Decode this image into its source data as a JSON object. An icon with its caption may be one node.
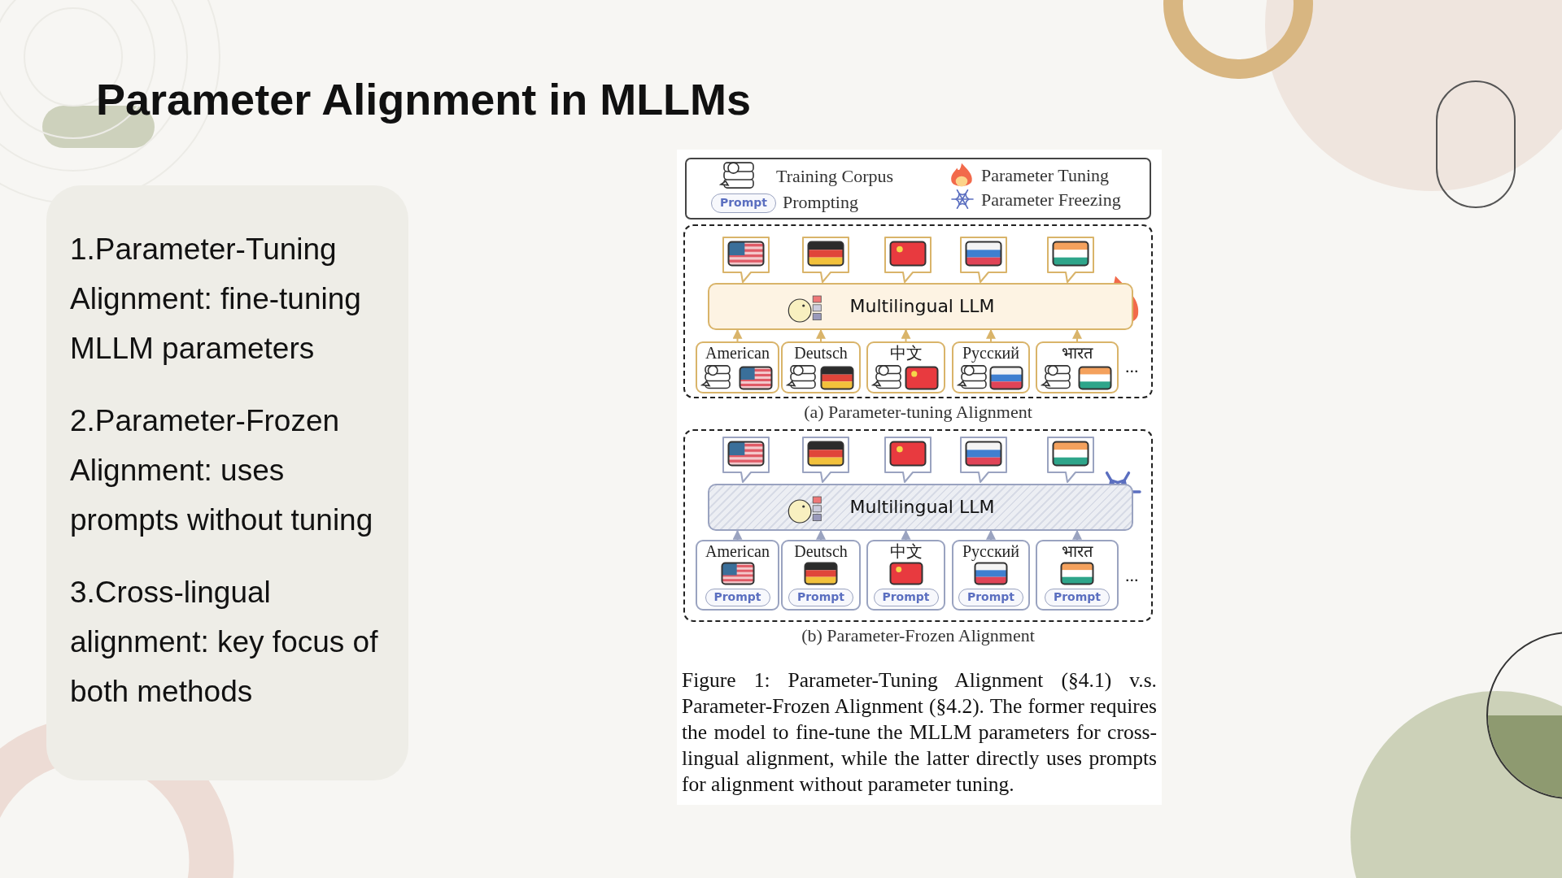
{
  "diagram": {
    "title": "Parameter Alignment in MLLMs",
    "caption": "Figure 1: Parameter-Tuning Alignment (§4.1) v.s. Parameter-Frozen Alignment (§4.2). The former requires the model to fine-tune the MLLM parameters for cross-lingual alignment, while the latter directly uses prompts for alignment without parameter tuning.",
    "nodes": [
      {
        "text": [
          "1.Parameter-Tuning Alignment: fine-tuning MLLM parameters",
          "2.Parameter-Frozen Alignment: uses prompts without tuning",
          "3.Cross-lingual alignment: key focus of both methods"
        ]
      },
      {
        "text": [
          "(a) Parameter-tuning Alignment"
        ]
      },
      {
        "text": [],
        "shape": "bubble",
        "in": 1
      },
      {
        "text": [],
        "shape": "bubble",
        "in": 1
      },
      {
        "text": [],
        "shape": "bubble",
        "in": 1
      },
      {
        "text": [],
        "shape": "bubble",
        "in": 1
      },
      {
        "text": [],
        "shape": "bubble",
        "in": 1
      },
      {
        "text": [
          "Multilingual LLM"
        ],
        "in": 1
      },
      {
        "text": [
          "American"
        ],
        "in": 1
      },
      {
        "text": [
          "Deutsch"
        ],
        "in": 1
      },
      {
        "text": [
          "中文"
        ],
        "in": 1
      },
      {
        "text": [
          "Русский"
        ],
        "in": 1
      },
      {
        "text": [
          "भारत"
        ],
        "in": 1
      },
      {
        "text": [
          "(b) Parameter-Frozen Alignment"
        ]
      },
      {
        "text": [],
        "shape": "bubble",
        "in": 13
      },
      {
        "text": [],
        "shape": "bubble",
        "in": 13
      },
      {
        "text": [],
        "shape": "bubble",
        "in": 13
      },
      {
        "text": [],
        "shape": "bubble",
        "in": 13
      },
      {
        "text": [],
        "shape": "bubble",
        "in": 13
      },
      {
        "text": [
          "Multilingual LLM"
        ],
        "in": 13
      },
      {
        "text": [
          "American",
          "Prompt"
        ],
        "in": 13
      },
      {
        "text": [
          "Deutsch",
          "Prompt"
        ],
        "in": 13
      },
      {
        "text": [
          "中文",
          "Prompt"
        ],
        "in": 13
      },
      {
        "text": [
          "Русский",
          "Prompt"
        ],
        "in": 13
      },
      {
        "text": [
          "भारत",
          "Prompt"
        ],
        "in": 13
      }
    ],
    "edges": [
      {
        "from": 8,
        "to": 7,
        "arrow": "to",
        "color": "#d9b46a"
      },
      {
        "from": 9,
        "to": 7,
        "arrow": "to",
        "color": "#d9b46a"
      },
      {
        "from": 10,
        "to": 7,
        "arrow": "to",
        "color": "#d9b46a"
      },
      {
        "from": 11,
        "to": 7,
        "arrow": "to",
        "color": "#d9b46a"
      },
      {
        "from": 12,
        "to": 7,
        "arrow": "to",
        "color": "#d9b46a"
      },
      {
        "from": 20,
        "to": 19,
        "arrow": "to",
        "color": "#9aa3c0"
      },
      {
        "from": 21,
        "to": 19,
        "arrow": "to",
        "color": "#9aa3c0"
      },
      {
        "from": 22,
        "to": 19,
        "arrow": "to",
        "color": "#9aa3c0"
      },
      {
        "from": 23,
        "to": 19,
        "arrow": "to",
        "color": "#9aa3c0"
      },
      {
        "from": 24,
        "to": 19,
        "arrow": "to",
        "color": "#9aa3c0"
      }
    ],
    "labels": [
      "Prompt",
      "...",
      "..."
    ],
    "legend": [
      {
        "text": "Training Corpus"
      },
      {
        "text": "Prompting"
      },
      {
        "text": "Parameter Tuning"
      },
      {
        "text": "Parameter Freezing"
      }
    ]
  }
}
